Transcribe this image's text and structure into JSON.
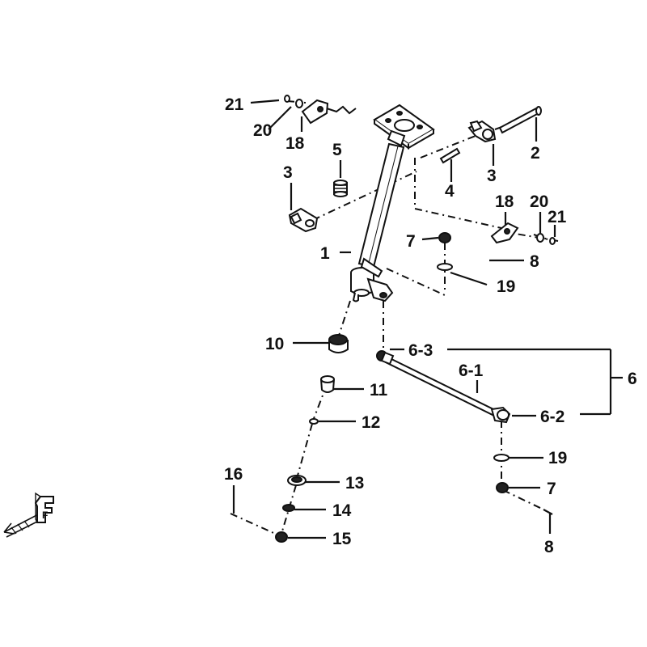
{
  "labels": {
    "l21a": "21",
    "l20a": "20",
    "l18a": "18",
    "l5": "5",
    "l3a": "3",
    "l2": "2",
    "l3b": "3",
    "l4": "4",
    "l18b": "18",
    "l20b": "20",
    "l21b": "21",
    "l7a": "7",
    "l8a": "8",
    "l1": "1",
    "l19a": "19",
    "l10": "10",
    "l6_3": "6-3",
    "l6": "6",
    "l6_1": "6-1",
    "l11": "11",
    "l6_2": "6-2",
    "l12": "12",
    "l19b": "19",
    "l16": "16",
    "l13": "13",
    "l7b": "7",
    "l14": "14",
    "l15": "15",
    "l8b": "8"
  },
  "front_marker": {
    "letter": "F"
  },
  "icons": [
    "front-direction-arrow-icon"
  ]
}
